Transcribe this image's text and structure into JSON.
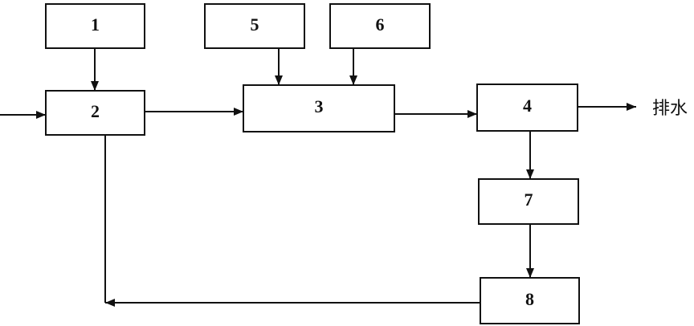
{
  "boxes": {
    "b1": "1",
    "b2": "2",
    "b3": "3",
    "b4": "4",
    "b5": "5",
    "b6": "6",
    "b7": "7",
    "b8": "8"
  },
  "output_label": "排水"
}
